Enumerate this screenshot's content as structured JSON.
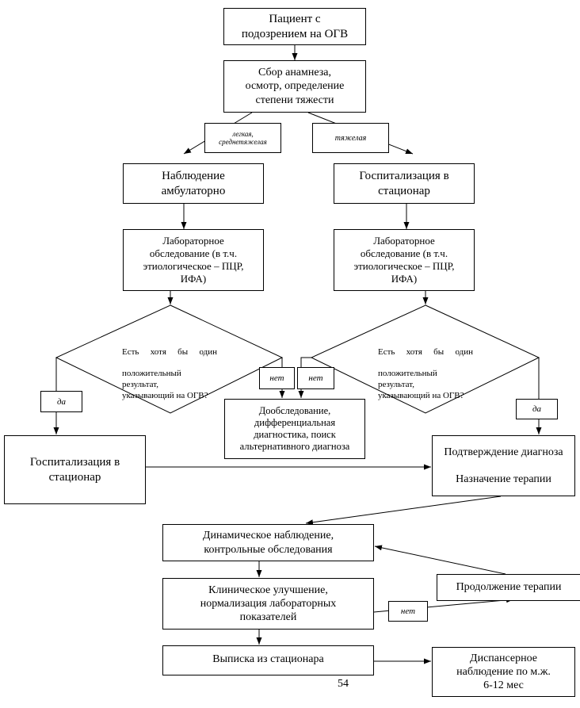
{
  "nodes": {
    "start": "Пациент с\nподозрением на ОГВ",
    "anamnesis": "Сбор анамнеза,\nосмотр, определение\nстепени тяжести",
    "outpatient": "Наблюдение\nамбулаторно",
    "hosp_right": "Госпитализация в\nстационар",
    "lab_left": "Лабораторное\nобследование (в т.ч.\nэтиологическое – ПЦР,\nИФА)",
    "lab_right": "Лабораторное\nобследование (в т.ч.\nэтиологическое – ПЦР,\nИФА)",
    "diamond_left_line1": "Есть хотя бы один",
    "diamond_left_rest": "положительный\nрезультат,\nуказывающий на ОГВ?",
    "diamond_right_line1": "Есть хотя бы один",
    "diamond_right_rest": "положительный\nрезультат,\nуказывающий на ОГВ?",
    "extra_exam": "Дообследование,\nдифференциальная\nдиагностика, поиск\nальтернативного диагноза",
    "hosp_left": "Госпитализация в\nстационар",
    "confirm": "Подтверждение диагноза\n\nНазначение терапии",
    "dynamic": "Динамическое наблюдение,\nконтрольные обследования",
    "continue": "Продолжение терапии",
    "improvement": "Клиническое улучшение,\nнормализация лабораторных\nпоказателей",
    "discharge": "Выписка из стационара",
    "dispensary": "Диспансерное\nнаблюдение по м.ж.\n6-12 мес"
  },
  "labels": {
    "mild": "легкая,\nсреднетяжелая",
    "severe": "тяжелая",
    "yes_left": "да",
    "no_left": "нет",
    "no_right": "нет",
    "yes_right": "да",
    "no_bottom": "нет"
  },
  "page_number": "54"
}
